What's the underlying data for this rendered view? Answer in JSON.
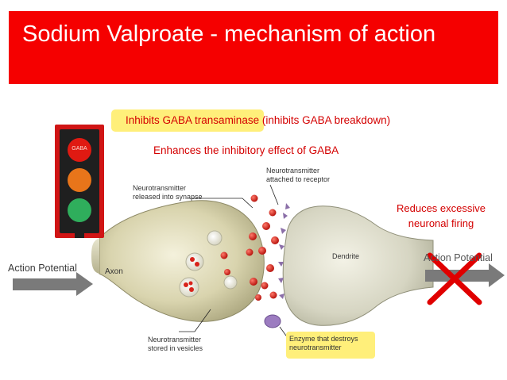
{
  "slide": {
    "title": "Sodium Valproate - mechanism of action",
    "point_1_highlight": "Inhibits GABA transamina",
    "point_1_rest": "se (inhibits GABA breakdown)",
    "point_2": "Enhances the inhibitory effect of GABA",
    "point_3_line1": "Reduces excessive",
    "point_3_line2": "neuronal firing"
  },
  "traffic_light": {
    "red_label": "GABA",
    "colors": {
      "red": "#e01a12",
      "amber": "#e8751a",
      "green": "#2fae5c",
      "housing": "#1f1f1f",
      "border": "#d01515"
    }
  },
  "diagram": {
    "left_arrow_label": "Action Potential",
    "right_arrow_label": "Action Potential",
    "axon_label": "Axon",
    "dendrite_label": "Dendrite",
    "released_label_line1": "Neurotransmitter",
    "released_label_line2": "released into synapse",
    "attached_label_line1": "Neurotransmitter",
    "attached_label_line2": "attached to receptor",
    "stored_label_line1": "Neurotransmitter",
    "stored_label_line2": "stored in vesicles",
    "enzyme_label_line1": "Enzyme that destroys",
    "enzyme_label_line2": "neurotransmitter",
    "cross_icon": "x-mark",
    "colors": {
      "title_red": "#f50000",
      "text_red": "#d40000",
      "highlight": "#ffef7a",
      "arrow_gray": "#7a7a7a",
      "cross_red": "#e00000",
      "neurotransmitter": "#d8231b"
    }
  }
}
